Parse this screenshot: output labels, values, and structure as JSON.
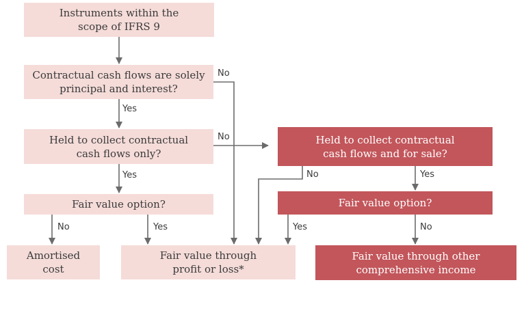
{
  "boxes": {
    "scope": "Instruments within the\nscope of IFRS 9",
    "sppi": "Contractual cash flows are solely\nprincipal and interest?",
    "htc": "Held to collect contractual\ncash flows only?",
    "fvo_left": "Fair value option?",
    "amortised": "Amortised\ncost",
    "fvtpl": "Fair value through\nprofit or loss*",
    "htcs": "Held to collect contractual\ncash flows and for sale?",
    "fvo_right": "Fair value option?",
    "fvoci": "Fair value through other\ncomprehensive income"
  },
  "labels": {
    "sppi_yes": "Yes",
    "sppi_no": "No",
    "htc_yes": "Yes",
    "htc_no": "No",
    "fvo_left_no": "No",
    "fvo_left_yes": "Yes",
    "htcs_no": "No",
    "htcs_yes": "Yes",
    "fvo_right_yes": "Yes",
    "fvo_right_no": "No"
  },
  "colors": {
    "light_box": "#f5dcd9",
    "dark_box": "#c2565b",
    "connector": "#6b6b6b"
  }
}
